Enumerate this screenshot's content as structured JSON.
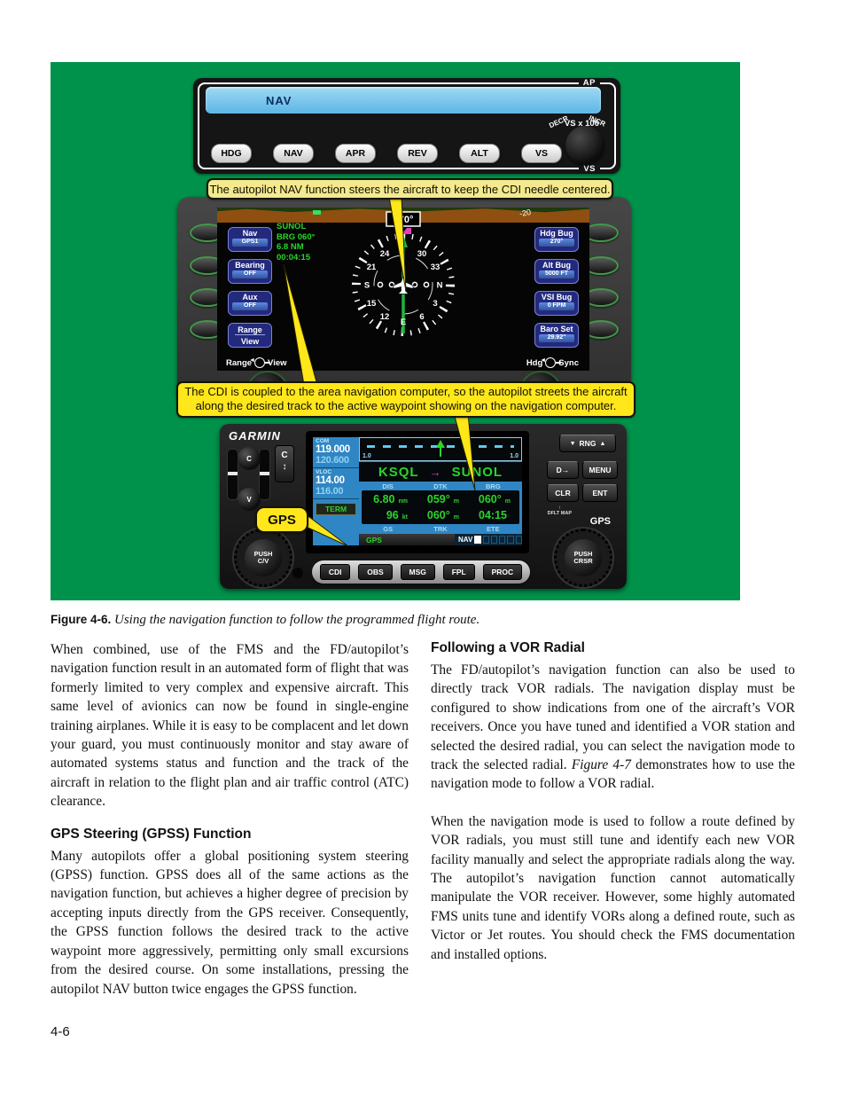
{
  "page": {
    "number": "4-6"
  },
  "figure": {
    "callout1": "The autopilot NAV function steers the aircraft to keep the CDI needle centered.",
    "callout2": {
      "line1": "The CDI is coupled to the area navigation computer, so the autopilot streets the aircraft",
      "line2": "along the desired track to the active waypoint showing on the navigation computer."
    },
    "gps_callout": "GPS",
    "autopilot": {
      "ap_label": "AP",
      "display": "NAV",
      "vs_x100": "VS x 100",
      "decr": "DECR",
      "incr": "INCR",
      "vs_label": "VS",
      "buttons": [
        "HDG",
        "NAV",
        "APR",
        "REV",
        "ALT",
        "VS"
      ]
    },
    "nav_display": {
      "pitch_label": "-20",
      "waypoint_info": {
        "name": "SUNOL",
        "brg": "BRG 060°",
        "dist": "6.8 NM",
        "ete": "00:04:15"
      },
      "heading": "270°",
      "compass_labels": [
        "30",
        "33",
        "N",
        "3",
        "6",
        "E",
        "12",
        "15",
        "S",
        "21",
        "24"
      ],
      "softkeys_left": [
        {
          "label": "Nav",
          "value": "GPS1"
        },
        {
          "label": "Bearing",
          "value": "OFF"
        },
        {
          "label": "Aux",
          "value": "OFF"
        },
        {
          "label": "Range",
          "value": "View"
        }
      ],
      "softkeys_right": [
        {
          "label": "Hdg Bug",
          "value": "270°"
        },
        {
          "label": "Alt Bug",
          "value": "5000 FT"
        },
        {
          "label": "VSI Bug",
          "value": "0 FPM"
        },
        {
          "label": "Baro Set",
          "value": "29.92\""
        }
      ],
      "bottom_left": {
        "a": "Range",
        "b": "View"
      },
      "bottom_right": {
        "a": "Hdg",
        "b": "Sync"
      }
    },
    "gps_unit": {
      "brand": "GARMIN",
      "com_label": "COM",
      "com_active": "119.000",
      "com_standby": "120.600",
      "vloc_label": "VLOC",
      "vloc_active": "114.00",
      "vloc_standby": "116.00",
      "term": "TERM",
      "gps_annunciator": "GPS",
      "cdi_scale_left": "1.0",
      "cdi_scale_right": "1.0",
      "from_wpt": "KSQL",
      "route_arrow": "→",
      "to_wpt": "SUNOL",
      "field_labels_top": [
        "DIS",
        "DTK",
        "BRG"
      ],
      "field_labels_bottom": [
        "GS",
        "TRK",
        "ETE"
      ],
      "values_row1": [
        {
          "v": "6.80",
          "u": "nm"
        },
        {
          "v": "059°",
          "u": "m"
        },
        {
          "v": "060°",
          "u": "m"
        }
      ],
      "values_row2": [
        {
          "v": "96",
          "u": "kt"
        },
        {
          "v": "060°",
          "u": "m"
        },
        {
          "v": "04:15",
          "u": ""
        }
      ],
      "nav_status": "NAV",
      "knob_c": "C",
      "knob_v": "V",
      "flip_flop": "C",
      "flip_flop_arrow": "↕",
      "left_knob": {
        "l1": "PUSH",
        "l2": "C/V"
      },
      "right_knob": {
        "l1": "PUSH",
        "l2": "CRSR"
      },
      "buttons_right": {
        "rng_down": "▼",
        "rng": "RNG",
        "rng_up": "▲",
        "direct_to": "D→",
        "menu": "MENU",
        "clr": "CLR",
        "ent": "ENT",
        "dflt_map_arrow": "↑",
        "dflt_map": "DFLT MAP",
        "gps_label": "GPS"
      },
      "bottom_buttons": [
        "CDI",
        "OBS",
        "MSG",
        "FPL",
        "PROC"
      ]
    }
  },
  "caption": {
    "label": "Figure 4-6.",
    "text": "Using the navigation function to follow the programmed flight route."
  },
  "content": {
    "left": {
      "para1": "When combined, use of the FMS and the FD/autopilot’s navigation function result in an automated form of flight that was formerly limited to very complex and expensive aircraft. This same level of avionics can now be found in single-engine training airplanes. While it is easy to be complacent and let down your guard, you must continuously monitor and stay aware of automated systems status and function and the track of the aircraft in relation to the flight plan and air traffic control (ATC) clearance.",
      "heading": "GPS Steering (GPSS) Function",
      "para2": "Many autopilots offer a global positioning system steering (GPSS) function. GPSS does all of the same actions as the navigation function, but achieves a higher degree of precision by accepting inputs directly from the GPS receiver. Consequently, the GPSS function follows the desired track to the active waypoint more aggressively, permitting only small excursions from the desired course. On some installations, pressing the autopilot NAV button twice engages the GPSS function."
    },
    "right": {
      "heading": "Following a VOR Radial",
      "para1_before": "The FD/autopilot’s navigation function can also be used to directly track VOR radials. The navigation display must be configured to show indications from one of the aircraft’s VOR receivers. Once you have tuned and identified a VOR station and selected the desired radial, you can select the navigation mode to track the selected radial. ",
      "para1_ref": "Figure 4-7",
      "para1_after": " demonstrates how to use the navigation mode to follow a VOR radial.",
      "para2": "When the navigation mode is used to follow a route defined by VOR radials, you must still tune and identify each new VOR facility manually and select the appropriate radials along the way. The autopilot’s navigation function cannot automatically manipulate the VOR receiver. However, some highly automated FMS units tune and identify VORs along a defined route, such as Victor or Jet routes. You should check the FMS documentation and installed options."
    }
  }
}
